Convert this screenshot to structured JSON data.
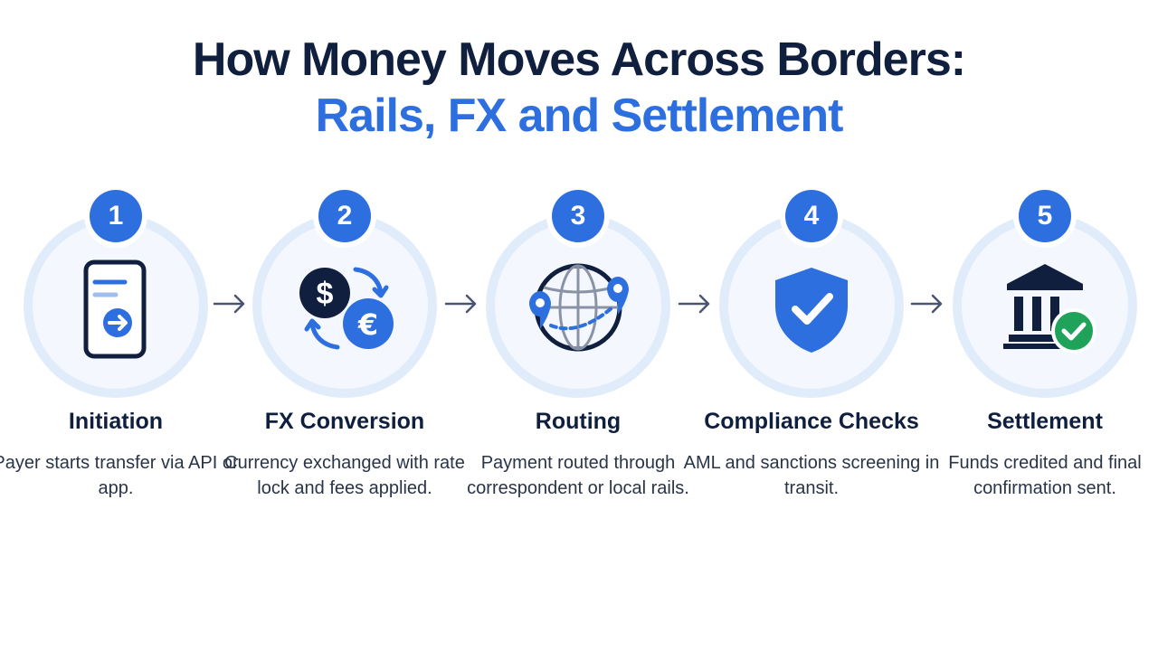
{
  "title": {
    "line1": "How Money Moves Across Borders:",
    "line2": "Rails, FX and Settlement"
  },
  "colors": {
    "navy": "#0f1f3d",
    "accent_blue": "#2e6fe0",
    "ring_light": "#e1ecfb",
    "success_green": "#1fa35a"
  },
  "steps": [
    {
      "number": "1",
      "title": "Initiation",
      "description": "Payer starts transfer via API or app.",
      "icon": "mobile-phone-send-icon"
    },
    {
      "number": "2",
      "title": "FX Conversion",
      "description": "Currency exchanged with rate lock and fees applied.",
      "icon": "currency-exchange-icon"
    },
    {
      "number": "3",
      "title": "Routing",
      "description": "Payment routed through correspondent or local rails.",
      "icon": "globe-route-icon"
    },
    {
      "number": "4",
      "title": "Compliance Checks",
      "description": "AML and sanctions screening in transit.",
      "icon": "shield-check-icon"
    },
    {
      "number": "5",
      "title": "Settlement",
      "description": "Funds credited and final confirmation sent.",
      "icon": "bank-check-icon"
    }
  ]
}
